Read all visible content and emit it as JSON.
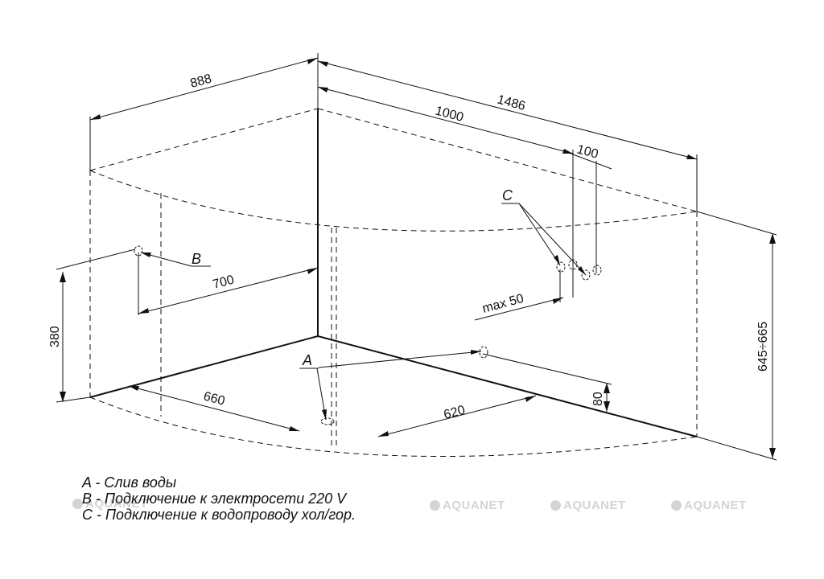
{
  "dimensions": {
    "d888": "888",
    "d1486": "1486",
    "d1000": "1000",
    "d100": "100",
    "d700": "700",
    "d380": "380",
    "dmax50": "max 50",
    "d645": "645÷665",
    "d660": "660",
    "d620": "620",
    "d80": "80"
  },
  "labels": {
    "a": "A",
    "b": "B",
    "c": "C"
  },
  "legend": {
    "a": "A - Слив воды",
    "b": "B - Подключение к электросети 220 V",
    "c": "C - Подключение к водопроводу хол/гор."
  },
  "watermarks": [
    "AQUANET",
    "AQUANET",
    "AQUANET",
    "AQUANET"
  ],
  "colors": {
    "line": "#111111",
    "watermark": "#d4d4d4"
  }
}
